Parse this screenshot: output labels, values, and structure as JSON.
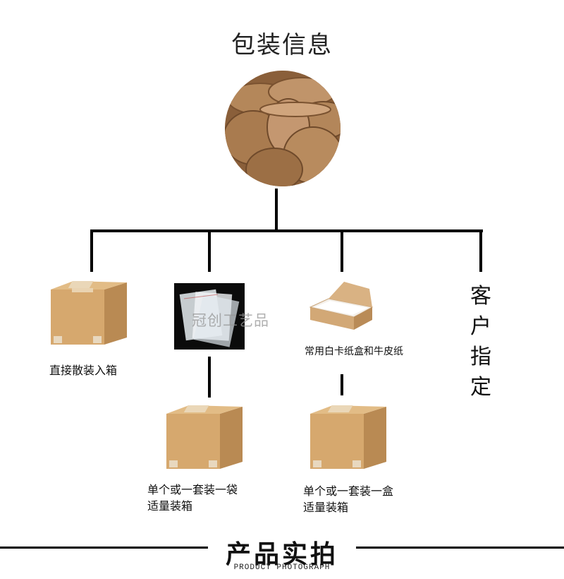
{
  "title": "包装信息",
  "options": [
    {
      "label": "直接散装入箱"
    },
    {
      "watermark": "冠创工艺品"
    },
    {
      "label": "常用白卡纸盒和牛皮纸"
    },
    {
      "label_chars": [
        "客",
        "户",
        "指",
        "定"
      ]
    }
  ],
  "sub_boxes": [
    {
      "line1": "单个或一套装一袋",
      "line2": "适量装箱"
    },
    {
      "line1": "单个或一套装一盒",
      "line2": "适量装箱"
    }
  ],
  "footer": {
    "title": "产品实拍",
    "subtitle": "PRODUCT PHOTOGRAPH"
  },
  "colors": {
    "cork": "#a77a4e",
    "box_front": "#d6a86e",
    "box_side": "#b98a53",
    "box_top": "#e2bc86",
    "line": "#000000"
  }
}
